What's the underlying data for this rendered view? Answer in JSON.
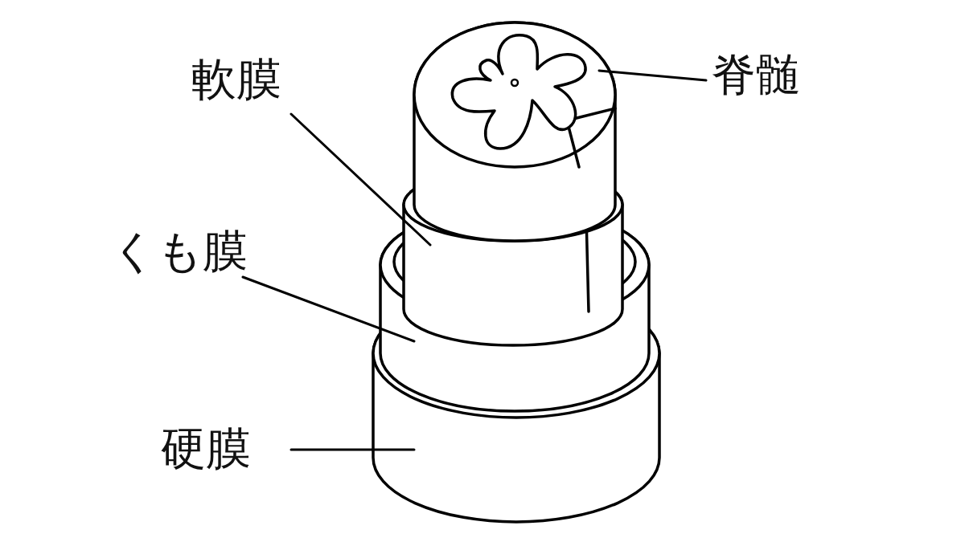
{
  "diagram": {
    "labels": [
      "軟膜",
      "脊髄",
      "くも膜",
      "硬膜"
    ]
  }
}
